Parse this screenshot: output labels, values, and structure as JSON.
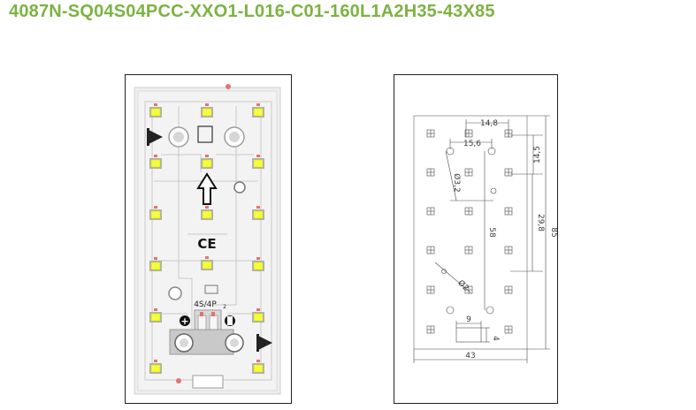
{
  "product": {
    "title": "4087N-SQ04S04PCC-XXO1-L016-C01-160L1A2H35-43X85",
    "title_color": "#7cb342"
  },
  "photo": {
    "switch_label": "4S/4P",
    "switch_side_label": "2",
    "ce_mark": "CE",
    "plus_symbol": "+",
    "minus_symbol": "−",
    "led_count": 16
  },
  "drawing": {
    "dimensions": {
      "d148": "14,8",
      "d156": "15,6",
      "d145": "14,5",
      "d32": "Ø3,2",
      "d298": "29,8",
      "d58": "58",
      "d85": "85",
      "d2": "Ø2",
      "d9": "9",
      "d4": "4",
      "d43": "43"
    }
  }
}
